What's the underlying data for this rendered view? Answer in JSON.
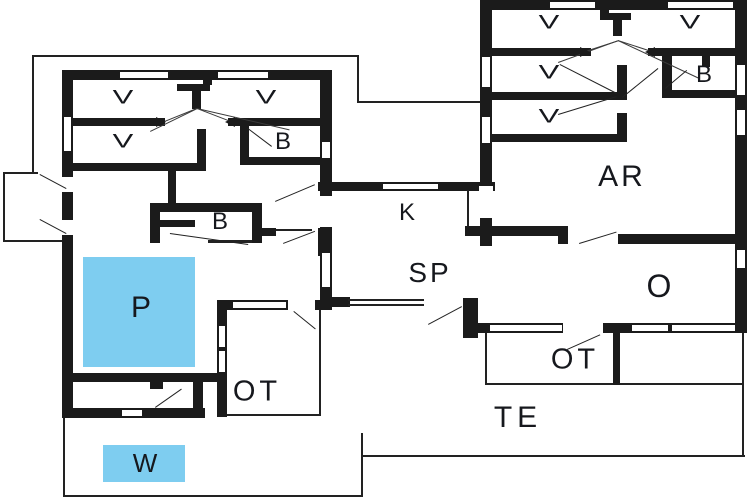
{
  "diagram": {
    "type": "floor-plan",
    "description": "two-building holiday house floor plan with pool and terraces"
  },
  "colors": {
    "wall": "#1b1b1b",
    "line": "#222222",
    "pool_fill": "#7ecdf0",
    "background": "#ffffff",
    "label": "#16181d"
  },
  "labels": {
    "v1": "V",
    "v2": "V",
    "v3": "V",
    "b1": "B",
    "b2": "B",
    "p": "P",
    "ot1": "OT",
    "k": "K",
    "sp": "SP",
    "v4": "V",
    "v5": "V",
    "v6": "V",
    "v7": "V",
    "b3": "B",
    "ar": "AR",
    "o": "O",
    "ot2": "OT",
    "te": "TE",
    "w": "W"
  }
}
